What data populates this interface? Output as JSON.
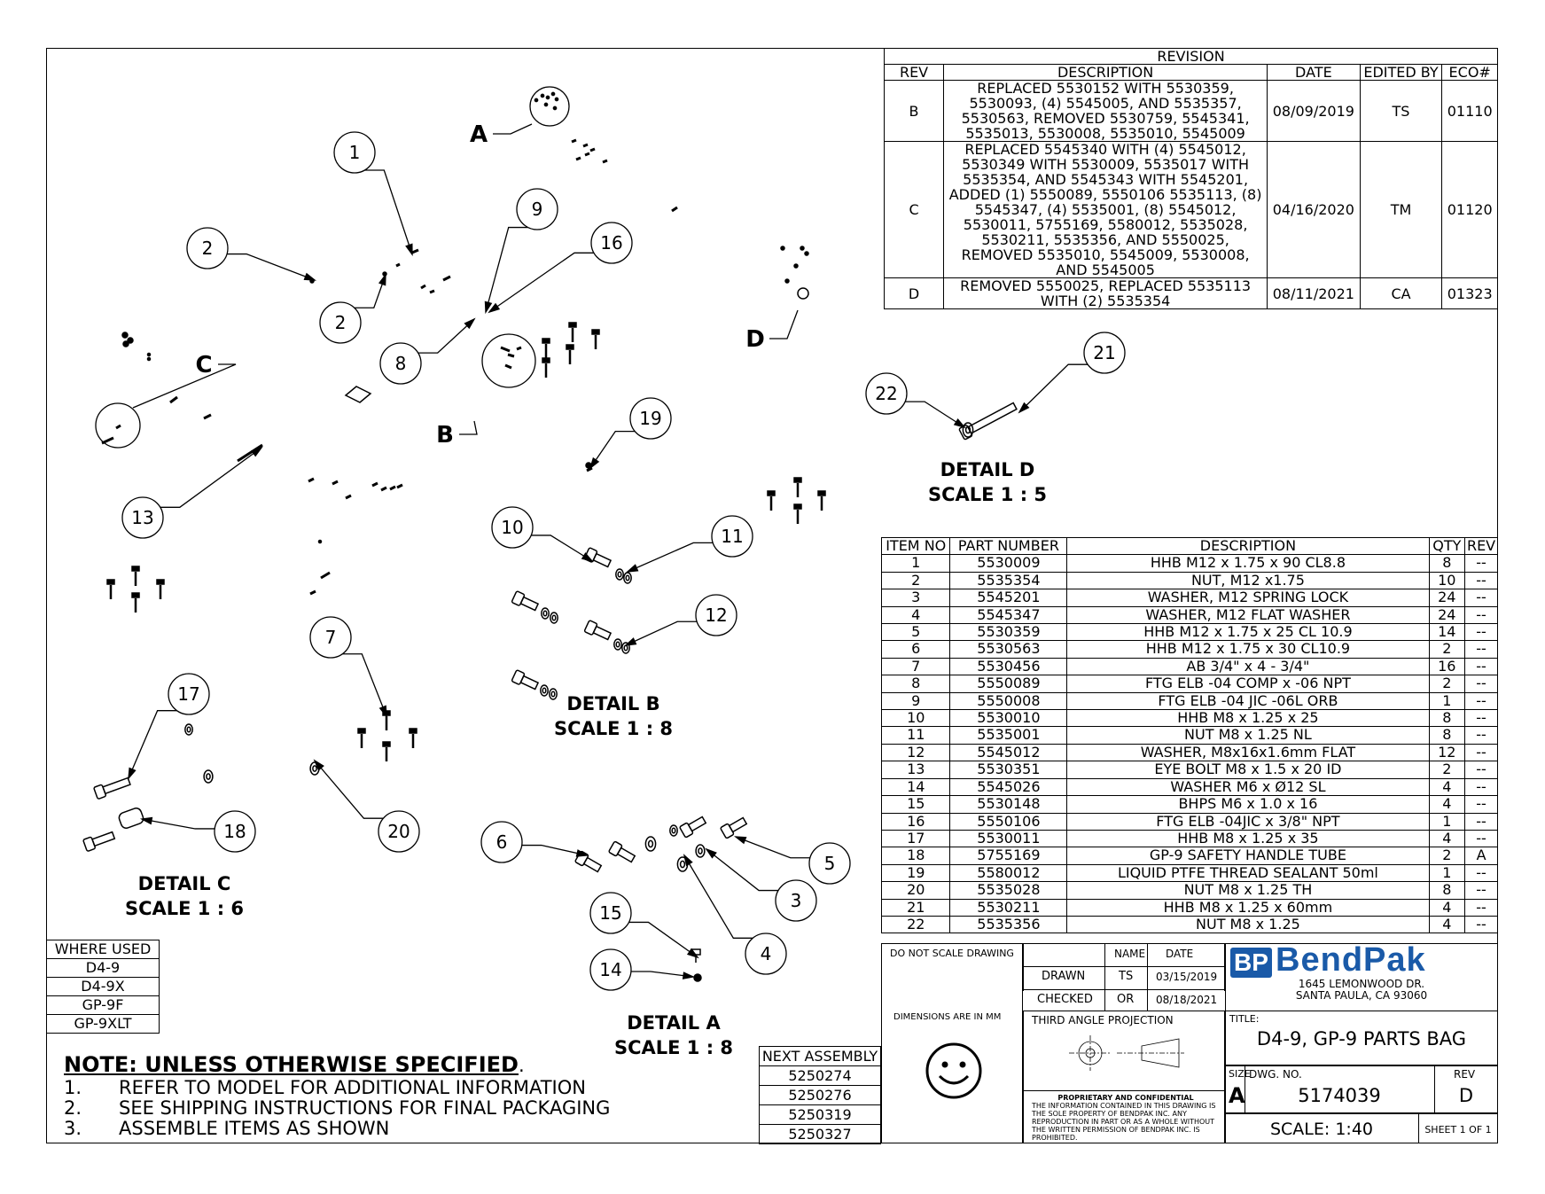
{
  "revision": {
    "title": "REVISION",
    "headers": [
      "REV",
      "DESCRIPTION",
      "DATE",
      "EDITED BY",
      "ECO#"
    ],
    "rows": [
      {
        "rev": "B",
        "desc": "REPLACED 5530152 WITH 5530359, 5530093, (4) 5545005, AND 5535357, 5530563, REMOVED 5530759, 5545341, 5535013, 5530008, 5535010, 5545009",
        "date": "08/09/2019",
        "by": "TS",
        "eco": "01110"
      },
      {
        "rev": "C",
        "desc": "REPLACED 5545340 WITH (4) 5545012, 5530349 WITH 5530009, 5535017 WITH 5535354, AND 5545343 WITH 5545201, ADDED (1) 5550089, 5550106 5535113, (8) 5545347, (4) 5535001, (8) 5545012, 5530011, 5755169, 5580012, 5535028, 5530211, 5535356, AND 5550025, REMOVED 5535010, 5545009, 5530008, AND 5545005",
        "date": "04/16/2020",
        "by": "TM",
        "eco": "01120"
      },
      {
        "rev": "D",
        "desc": "REMOVED 5550025, REPLACED 5535113 WITH (2) 5535354",
        "date": "08/11/2021",
        "by": "CA",
        "eco": "01323"
      }
    ]
  },
  "bom": {
    "headers": [
      "ITEM NO",
      "PART NUMBER",
      "DESCRIPTION",
      "QTY",
      "REV"
    ],
    "rows": [
      [
        "1",
        "5530009",
        "HHB M12 x 1.75 x 90 CL8.8",
        "8",
        "--"
      ],
      [
        "2",
        "5535354",
        "NUT, M12 x1.75",
        "10",
        "--"
      ],
      [
        "3",
        "5545201",
        "WASHER, M12 SPRING LOCK",
        "24",
        "--"
      ],
      [
        "4",
        "5545347",
        "WASHER, M12 FLAT WASHER",
        "24",
        "--"
      ],
      [
        "5",
        "5530359",
        "HHB M12 x 1.75 x 25 CL 10.9",
        "14",
        "--"
      ],
      [
        "6",
        "5530563",
        "HHB M12 x 1.75 x 30 CL10.9",
        "2",
        "--"
      ],
      [
        "7",
        "5530456",
        "AB 3/4\" x 4 - 3/4\"",
        "16",
        "--"
      ],
      [
        "8",
        "5550089",
        "FTG ELB -04 COMP x -06 NPT",
        "2",
        "--"
      ],
      [
        "9",
        "5550008",
        "FTG ELB -04 JIC -06L ORB",
        "1",
        "--"
      ],
      [
        "10",
        "5530010",
        "HHB M8 x 1.25 x 25",
        "8",
        "--"
      ],
      [
        "11",
        "5535001",
        "NUT M8 x 1.25 NL",
        "8",
        "--"
      ],
      [
        "12",
        "5545012",
        "WASHER, M8x16x1.6mm FLAT",
        "12",
        "--"
      ],
      [
        "13",
        "5530351",
        "EYE BOLT M8 x 1.5 x 20 ID",
        "2",
        "--"
      ],
      [
        "14",
        "5545026",
        "WASHER M6 x Ø12 SL",
        "4",
        "--"
      ],
      [
        "15",
        "5530148",
        "BHPS M6 x 1.0 x 16",
        "4",
        "--"
      ],
      [
        "16",
        "5550106",
        "FTG ELB -04JIC x 3/8\" NPT",
        "1",
        "--"
      ],
      [
        "17",
        "5530011",
        "HHB M8 x 1.25 x 35",
        "4",
        "--"
      ],
      [
        "18",
        "5755169",
        "GP-9 SAFETY HANDLE TUBE",
        "2",
        "A"
      ],
      [
        "19",
        "5580012",
        "LIQUID PTFE THREAD SEALANT 50ml",
        "1",
        "--"
      ],
      [
        "20",
        "5535028",
        "NUT M8 x 1.25 TH",
        "8",
        "--"
      ],
      [
        "21",
        "5530211",
        "HHB M8 x 1.25 x 60mm",
        "4",
        "--"
      ],
      [
        "22",
        "5535356",
        "NUT M8 x 1.25",
        "4",
        "--"
      ]
    ]
  },
  "where_used": {
    "title": "WHERE USED",
    "items": [
      "D4-9",
      "D4-9X",
      "GP-9F",
      "GP-9XLT"
    ]
  },
  "next_assembly": {
    "title": "NEXT ASSEMBLY",
    "items": [
      "5250274",
      "5250276",
      "5250319",
      "5250327"
    ]
  },
  "notes": {
    "title": "NOTE: UNLESS OTHERWISE SPECIFIED",
    "items": [
      {
        "n": "1.",
        "t": "REFER TO MODEL FOR ADDITIONAL INFORMATION"
      },
      {
        "n": "2.",
        "t": "SEE SHIPPING INSTRUCTIONS FOR FINAL PACKAGING"
      },
      {
        "n": "3.",
        "t": "ASSEMBLE ITEMS AS SHOWN"
      }
    ]
  },
  "details": {
    "a": [
      "DETAIL A",
      "SCALE 1 : 8"
    ],
    "b": [
      "DETAIL B",
      "SCALE 1 : 8"
    ],
    "c": [
      "DETAIL C",
      "SCALE 1 : 6"
    ],
    "d": [
      "DETAIL D",
      "SCALE 1 : 5"
    ],
    "letters": [
      "A",
      "B",
      "C",
      "D"
    ]
  },
  "balloons": [
    "1",
    "2",
    "2",
    "9",
    "16",
    "8",
    "13",
    "19",
    "10",
    "11",
    "12",
    "7",
    "17",
    "18",
    "20",
    "6",
    "5",
    "3",
    "4",
    "15",
    "14",
    "22",
    "21"
  ],
  "titleblock": {
    "do_not_scale": "DO NOT SCALE DRAWING",
    "name_h": "NAME",
    "date_h": "DATE",
    "drawn": "DRAWN",
    "drawn_name": "TS",
    "drawn_date": "03/15/2019",
    "checked": "CHECKED",
    "checked_name": "OR",
    "checked_date": "08/18/2021",
    "dimensions": "DIMENSIONS ARE IN MM",
    "projection": "THIRD ANGLE PROJECTION",
    "proprietary_title": "PROPRIETARY AND CONFIDENTIAL",
    "proprietary_text": "THE INFORMATION CONTAINED IN THIS DRAWING IS THE SOLE PROPERTY OF BENDPAK INC. ANY REPRODUCTION IN PART OR AS A WHOLE WITHOUT THE WRITTEN PERMISSION OF BENDPAK INC. IS PROHIBITED.",
    "logo_bp": "BP",
    "logo_text": "BendPak",
    "address1": "1645 LEMONWOOD DR.",
    "address2": "SANTA PAULA, CA 93060",
    "title_label": "TITLE:",
    "title": "D4-9, GP-9 PARTS BAG",
    "size_label": "SIZE",
    "size": "A",
    "dwg_label": "DWG.  NO.",
    "dwg_no": "5174039",
    "rev_label": "REV",
    "rev": "D",
    "scale": "SCALE: 1:40",
    "sheet": "SHEET 1 OF 1",
    "brand_color": "#1a5aa8"
  }
}
